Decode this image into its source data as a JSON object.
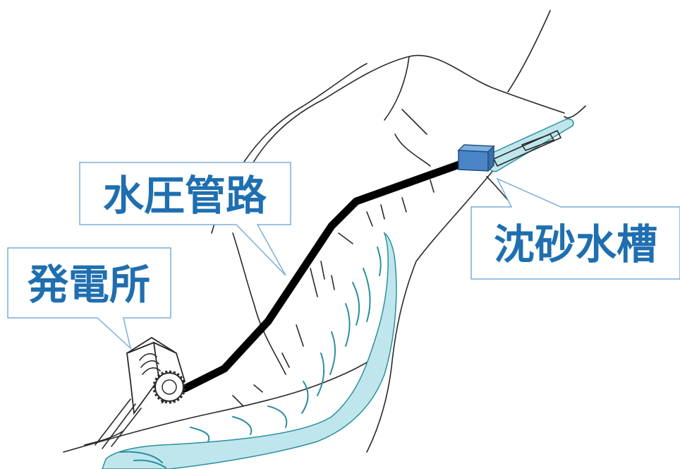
{
  "labels": {
    "penstock": "水圧管路",
    "powerhouse": "発電所",
    "settling_basin": "沈砂水槽"
  },
  "colors": {
    "label_text": "#1f6fb0",
    "callout_border": "#7aaed8",
    "water_fill": "#bfe6ec",
    "water_stroke": "#2c8fa0",
    "pipe": "#000000",
    "tank_fill": "#4a86c6",
    "tank_stroke": "#1f4f86",
    "sketch_line": "#2a2a2a"
  },
  "icons": {
    "powerhouse": "powerhouse-building-icon",
    "turbine": "water-wheel-icon",
    "tank": "settling-tank-box-icon"
  }
}
